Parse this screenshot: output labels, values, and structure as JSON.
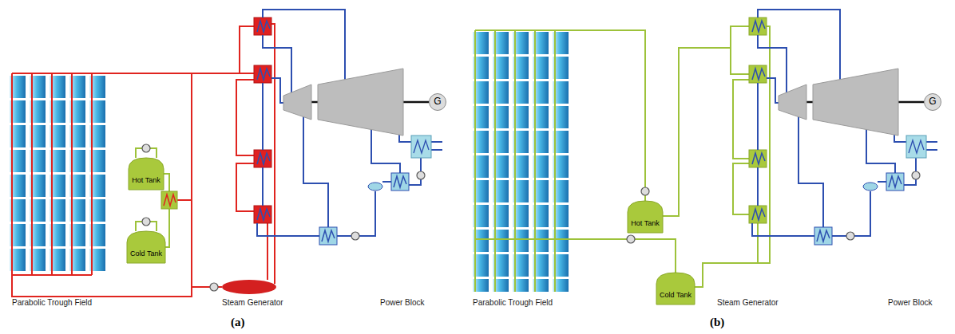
{
  "diagram": {
    "nodes": [
      {
        "text": [
          "Hot Tank"
        ]
      },
      {
        "text": [
          "Cold Tank"
        ]
      },
      {
        "text": [
          "G"
        ]
      },
      {
        "text": [
          "Hot Tank"
        ]
      },
      {
        "text": [
          "Cold Tank"
        ]
      },
      {
        "text": [
          "G"
        ]
      }
    ],
    "edges": [
      {
        "from": 0,
        "to": 1,
        "arrow": "none"
      }
    ],
    "labels": [
      "Parabolic Trough Field",
      "Steam Generator",
      "Power Block",
      "(a)",
      "Parabolic Trough Field",
      "Steam Generator",
      "Power Block",
      "(b)"
    ]
  }
}
